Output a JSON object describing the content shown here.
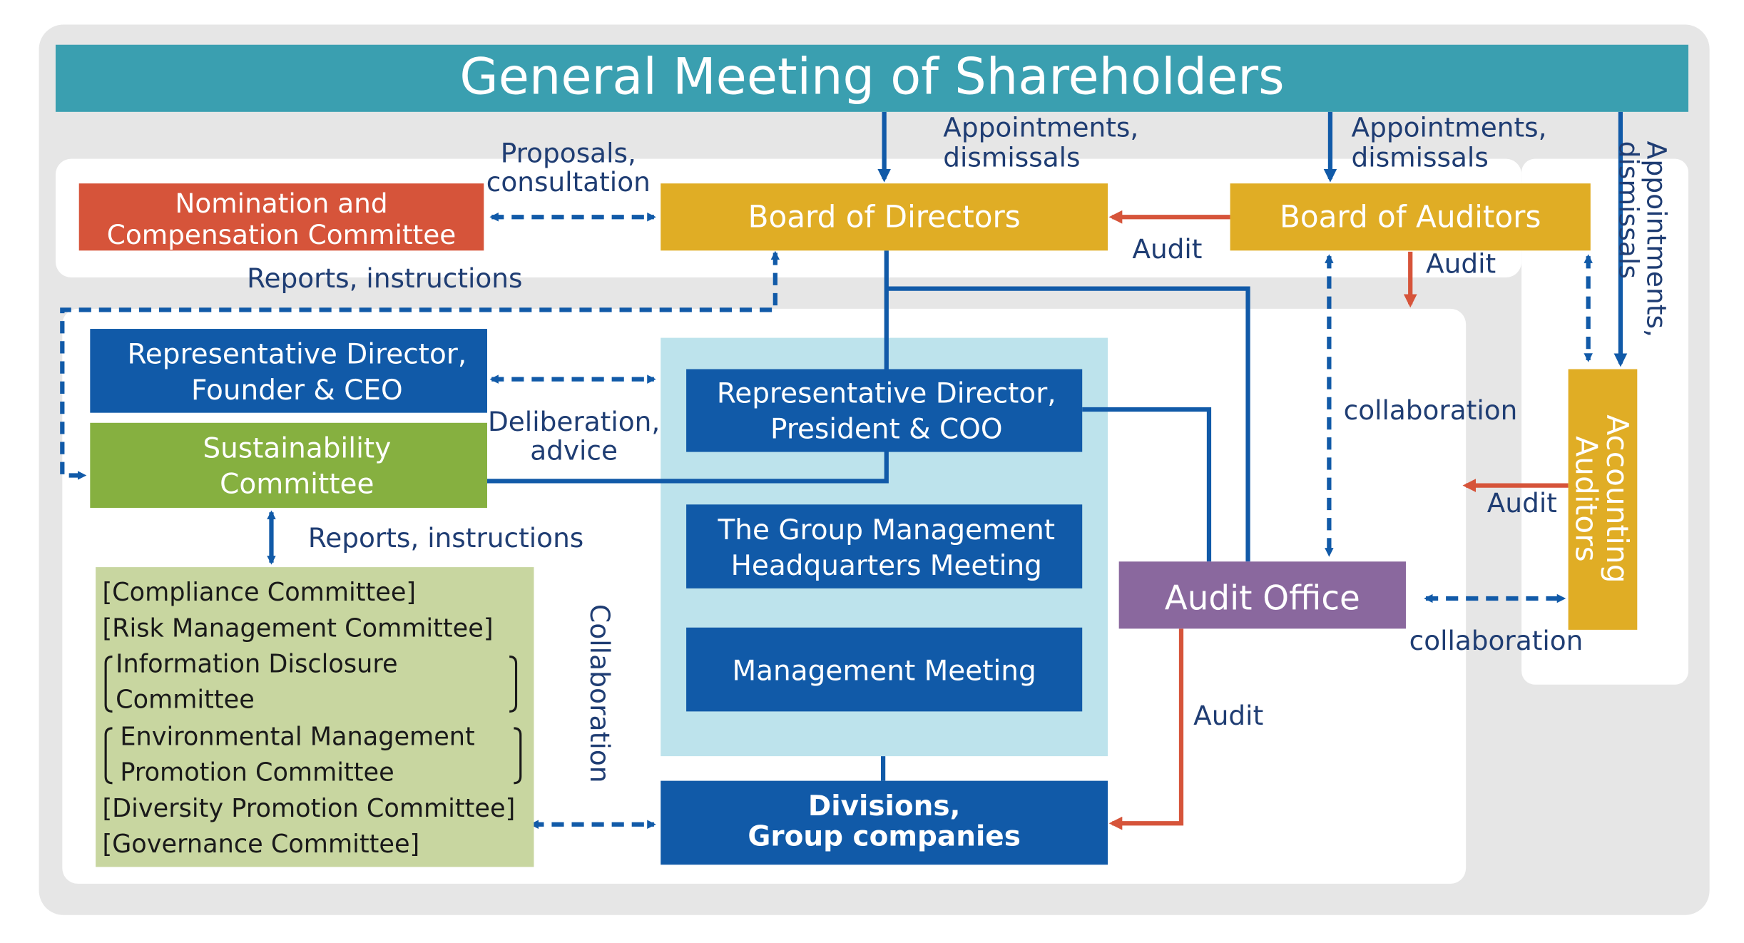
{
  "colors": {
    "teal": "#3a9fb0",
    "orange_red": "#d6543a",
    "gold": "#e0ad25",
    "blue": "#115aa8",
    "green": "#86b040",
    "pale_green": "#c8d6a0",
    "light_blue": "#bde3ec",
    "purple": "#8a689e",
    "gray": "#e6e6e6",
    "label_text": "#1f3d73"
  },
  "nodes": {
    "gms": "General Meeting of Shareholders",
    "ncc": [
      "Nomination and",
      "Compensation Committee"
    ],
    "bod": "Board of Directors",
    "boa": "Board of Auditors",
    "ceo": [
      "Representative Director,",
      "Founder & CEO"
    ],
    "sus": [
      "Sustainability",
      "Committee"
    ],
    "coo": [
      "Representative Director,",
      "President & COO"
    ],
    "gmh": [
      "The Group Management",
      "Headquarters Meeting"
    ],
    "mm": "Management Meeting",
    "ao": "Audit Office",
    "aa": [
      "Accounting",
      "Auditors"
    ],
    "div": [
      "Divisions,",
      "Group companies"
    ]
  },
  "committees": [
    "[Compliance Committee]",
    "[Risk Management Committee]",
    "Information Disclosure",
    "Committee",
    "Environmental Management",
    "Promotion Committee",
    "[Diversity Promotion Committee]",
    "[Governance Committee]"
  ],
  "labels": {
    "appoint1": [
      "Appointments,",
      "dismissals"
    ],
    "appoint2": [
      "Appointments,",
      "dismissals"
    ],
    "appoint3": [
      "Appointments,",
      "dismissals"
    ],
    "proposals": [
      "Proposals,",
      "consultation"
    ],
    "reports1": "Reports, instructions",
    "reports2": "Reports, instructions",
    "deliberation": [
      "Deliberation,",
      "advice"
    ],
    "audit_boa_bod": "Audit",
    "audit_boa_down": "Audit",
    "audit_aa": "Audit",
    "audit_ao": "Audit",
    "collab1": "collaboration",
    "collab2": "collaboration",
    "collab_vertical": "Collaboration"
  }
}
